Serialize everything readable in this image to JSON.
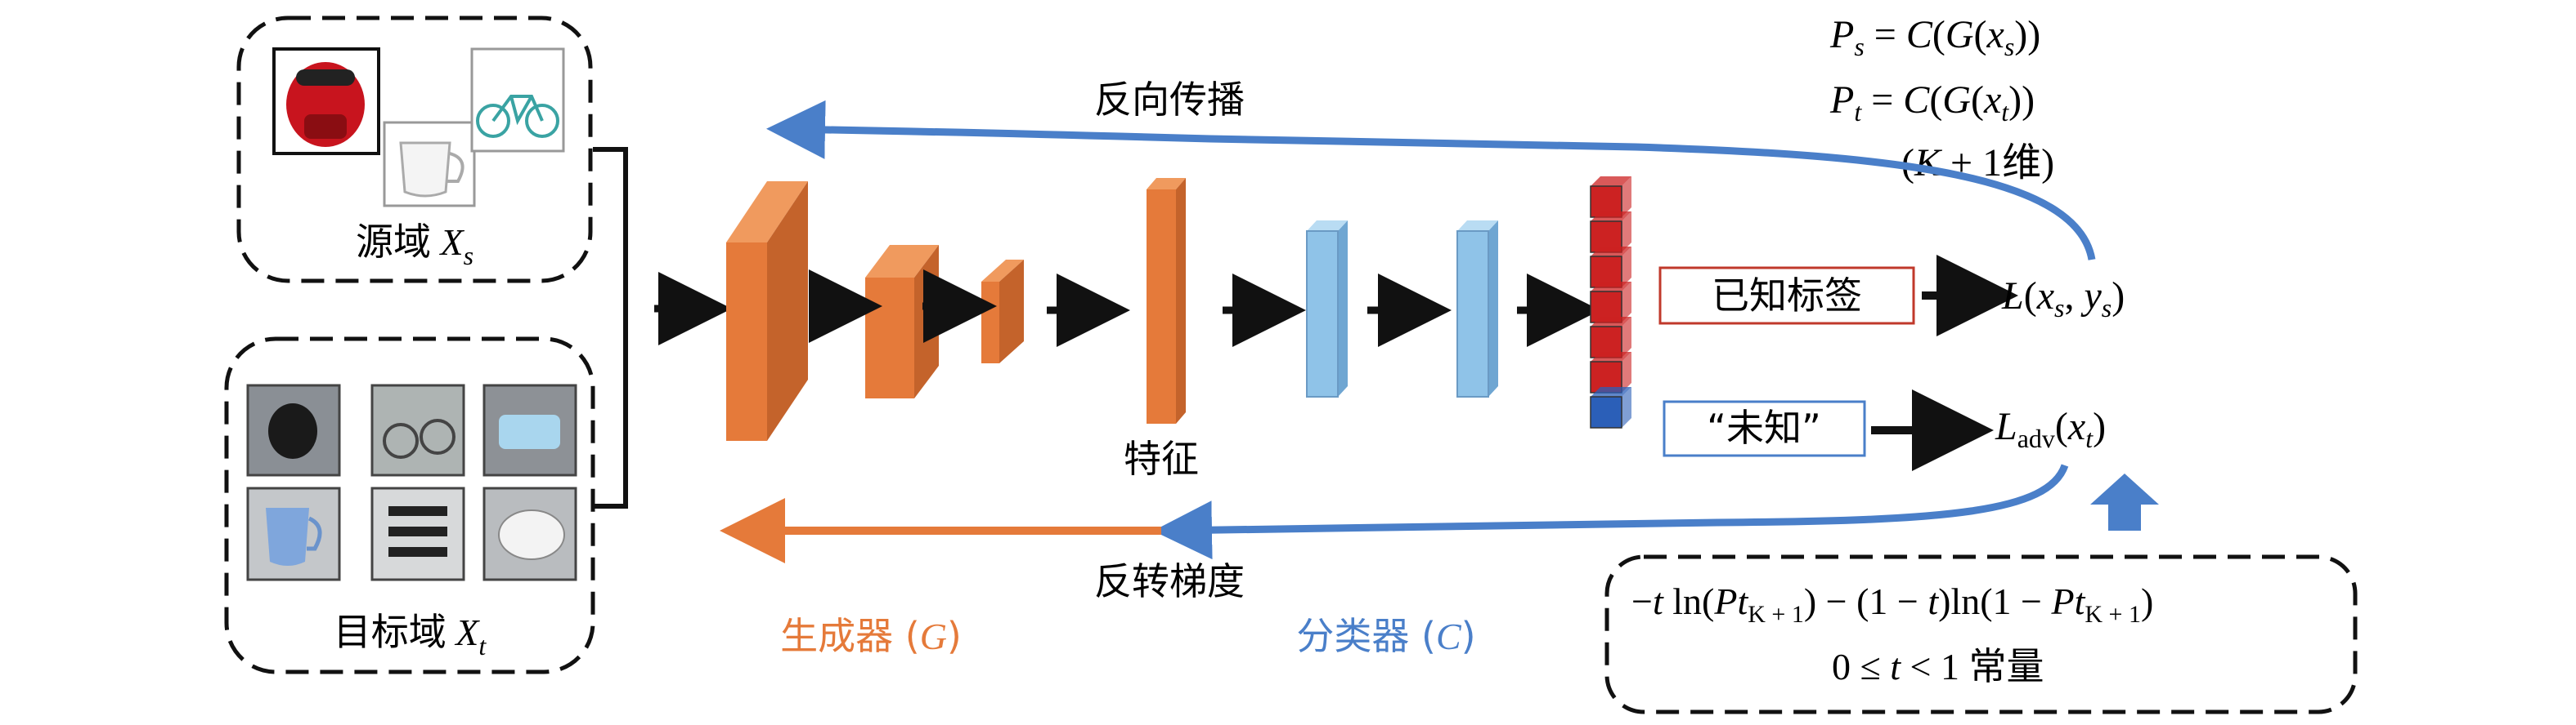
{
  "source_domain": {
    "label": "源域 ",
    "var": "X",
    "sub": "s"
  },
  "target_domain": {
    "label": "目标域 ",
    "var": "X",
    "sub": "t"
  },
  "backprop_label": "反向传播",
  "feature_label": "特征",
  "reverse_gradient_label": "反转梯度",
  "generator_label": "生成器 (",
  "generator_var": "G",
  "classifier_label": "分类器 (",
  "classifier_var": "C",
  "paren_close": ")",
  "known_label_box": "已知标签",
  "unknown_box": "“未知”",
  "formulas": {
    "ps": {
      "P": "P",
      "s": "s",
      "eq": " = ",
      "C": "C",
      "G": "G",
      "x": "x"
    },
    "pt": {
      "P": "P",
      "t": "t"
    },
    "dim": {
      "K": "K",
      "rest": " + 1维)"
    }
  },
  "loss_known": {
    "L": "L",
    "x": "x",
    "s": "s",
    "y": "y"
  },
  "loss_adv": {
    "L": "L",
    "sub": "adv",
    "x": "x",
    "t": "t"
  },
  "bottom_formula": {
    "line1_a": "−",
    "t": "t",
    "ln": " ln(",
    "Pt": "Pt",
    "K1": "K + 1",
    "mid": ") − (1 − ",
    "mid2": ")ln(1 − ",
    "line2_a": "0 ≤ ",
    "line2_b": " < 1    常量"
  },
  "colors": {
    "generator": "#e57a3a",
    "classifier": "#8fc3e8",
    "classifier_output": "#cc2222",
    "unknown_cell": "#2b5fb8",
    "backprop_arrow": "#4a7fc9",
    "reverse_arrow": "#e57a3a",
    "known_border": "#c0392b",
    "unknown_border": "#4a7fc9",
    "generator_text": "#e57a3a",
    "classifier_text": "#4a7fc9"
  }
}
